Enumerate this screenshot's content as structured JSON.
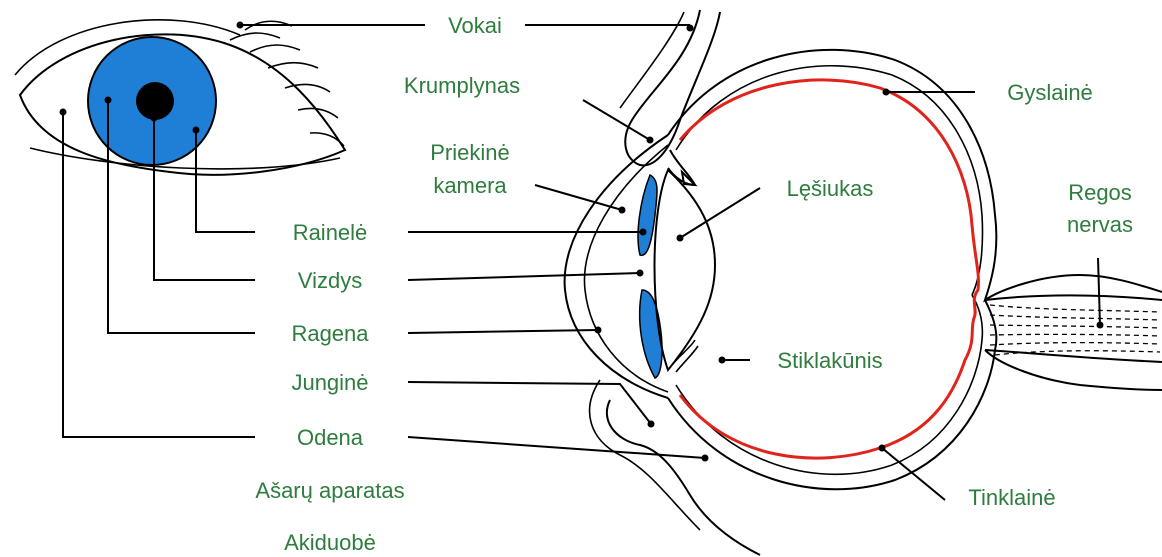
{
  "labels": {
    "vokai": "Vokai",
    "krumplynas": "Krumplynas",
    "gyslaine": "Gyslainė",
    "priekine_line1": "Priekinė",
    "priekine_line2": "kamera",
    "lesiukas": "Lęšiukas",
    "regos_line1": "Regos",
    "regos_line2": "nervas",
    "rainele": "Rainelė",
    "vizdys": "Vizdys",
    "ragena": "Ragena",
    "stiklakunis": "Stiklakūnis",
    "jungine": "Junginė",
    "odena": "Odena",
    "tinklaine": "Tinklainė",
    "asaru": "Ašarų aparatas",
    "akiduobe": "Akiduobė"
  },
  "colors": {
    "label_text": "#2e7d3e",
    "iris_blue": "#1f7fd6",
    "retina_red": "#e0241b",
    "outline": "#000000"
  }
}
